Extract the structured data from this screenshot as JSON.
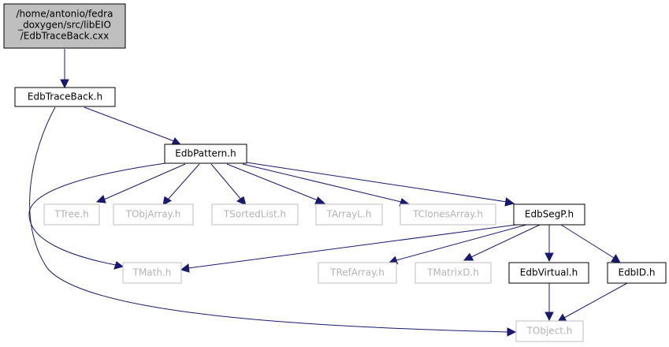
{
  "nodes": {
    "root": [
      "/home/antonio/fedra",
      "_doxygen/src/libEIO",
      "/EdbTraceBack.cxx"
    ],
    "edbtraceback_h": "EdbTraceBack.h",
    "edbpattern_h": "EdbPattern.h",
    "ttree_h": "TTree.h",
    "tobjarray_h": "TObjArray.h",
    "tsortedlist_h": "TSortedList.h",
    "tarrayl_h": "TArrayL.h",
    "tclonesarray_h": "TClonesArray.h",
    "edbsegp_h": "EdbSegP.h",
    "tmath_h": "TMath.h",
    "trefarray_h": "TRefArray.h",
    "tmatrixd_h": "TMatrixD.h",
    "edbvirtual_h": "EdbVirtual.h",
    "edbid_h": "EdbID.h",
    "tobject_h": "TObject.h"
  },
  "colors": {
    "edge": "#191970",
    "root_fill": "#bfbfbf",
    "project_border": "#000000",
    "external_border": "#bfbfbf",
    "external_text": "#b3b3b3"
  }
}
